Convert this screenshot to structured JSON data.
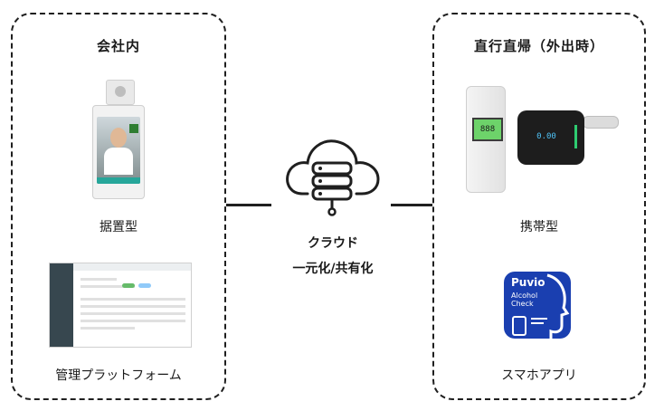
{
  "left_panel": {
    "title": "会社内",
    "item1_label": "据置型",
    "item2_label": "管理プラットフォーム"
  },
  "right_panel": {
    "title": "直行直帰（外出時）",
    "item1_label": "携帯型",
    "item2_label": "スマホアプリ"
  },
  "center": {
    "line1": "クラウド",
    "line2": "一元化/共有化"
  },
  "devices": {
    "breathalyzer1_display": "888",
    "breathalyzer2_display": "0.00",
    "app_name": "Puvio",
    "app_subtitle_line1": "Alcohol",
    "app_subtitle_line2": "Check"
  },
  "colors": {
    "border": "#1f1f1f",
    "app_blue": "#1a3fb0",
    "lcd_green": "#6dd36a"
  },
  "icons": [
    "cloud-server-icon"
  ]
}
